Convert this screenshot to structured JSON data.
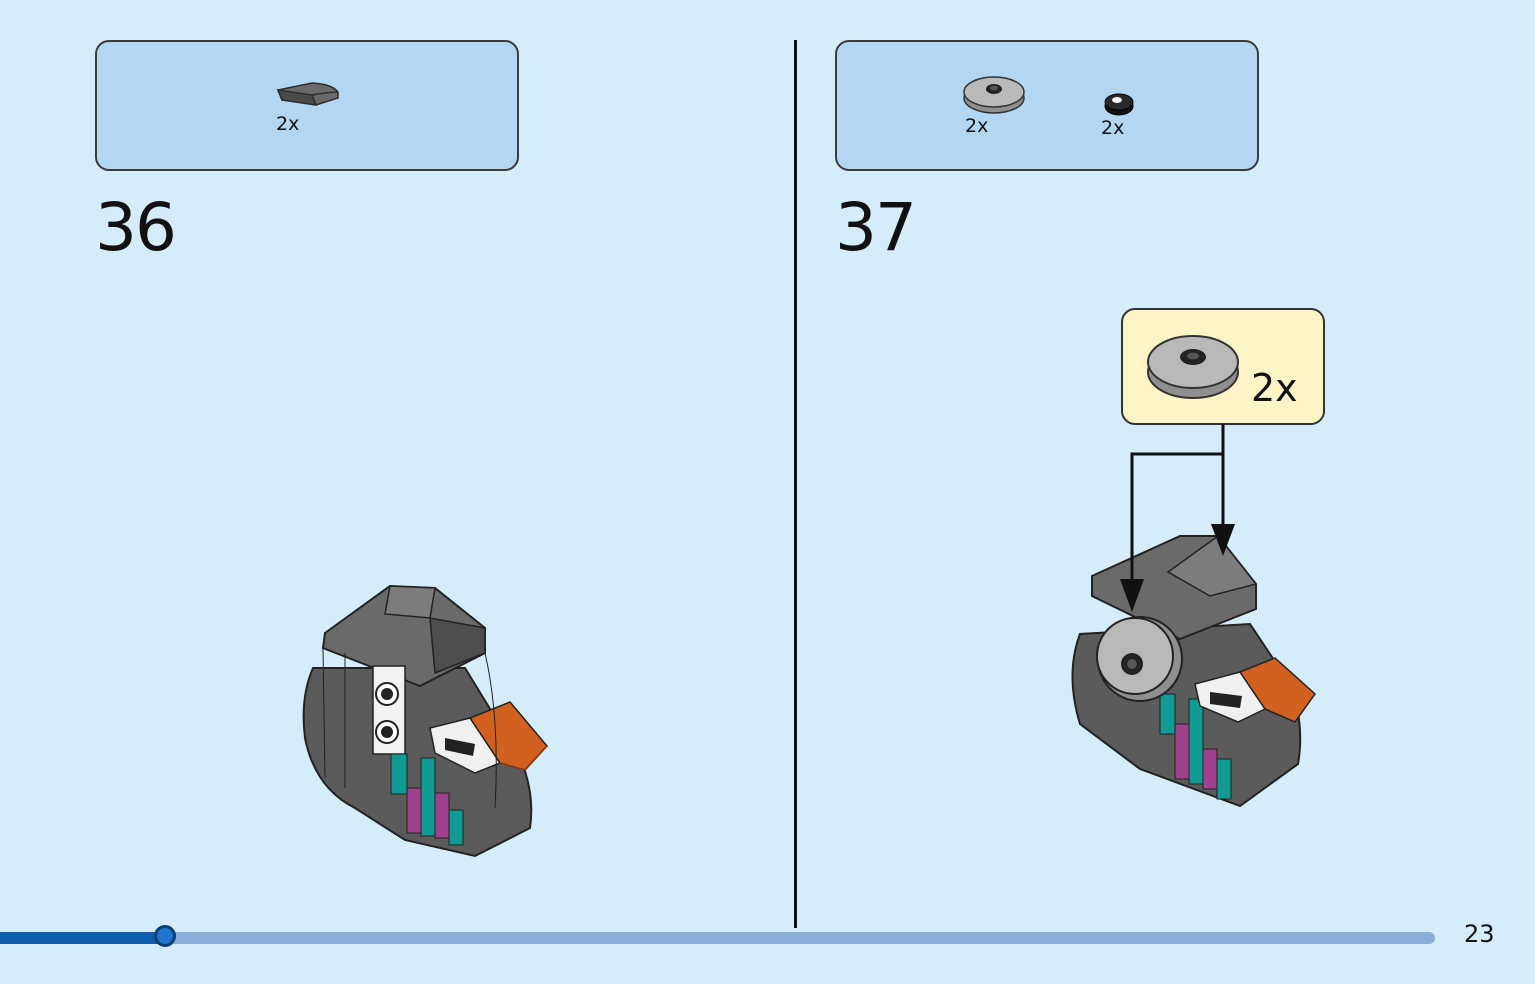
{
  "steps": [
    {
      "number": "36",
      "parts": [
        {
          "qty": "2x",
          "icon": "dark-gray-curved-slope-icon"
        }
      ]
    },
    {
      "number": "37",
      "parts": [
        {
          "qty": "2x",
          "icon": "light-gray-round-tile-icon"
        },
        {
          "qty": "2x",
          "icon": "black-round-dot-icon"
        }
      ],
      "subassembly": {
        "qty": "2x",
        "icon": "light-gray-round-tile-icon"
      }
    }
  ],
  "page_number": "23",
  "progress": 0.115,
  "colors": {
    "background": "#d5ecfb",
    "parts_box": "#b3d7f3",
    "subassembly_box": "#fcf4c4",
    "progress_fill": "#0d5eac",
    "progress_track": "#8aaed8",
    "brick_dark_gray": "#5b5b5c",
    "brick_orange": "#d2611f",
    "brick_teal": "#119b94",
    "brick_magenta": "#a0408f"
  }
}
